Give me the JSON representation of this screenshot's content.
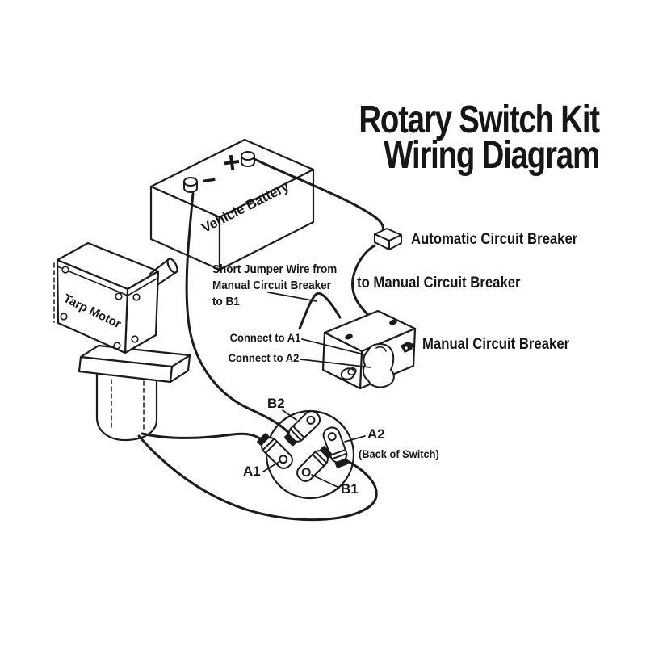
{
  "title": {
    "line1": "Rotary Switch Kit",
    "line2": "Wiring Diagram"
  },
  "components": {
    "battery": {
      "label": "Vehicle Battery",
      "plus": "+",
      "minus": "−"
    },
    "motor": {
      "label": "Tarp Motor"
    },
    "auto_breaker": {
      "label": "Automatic Circuit Breaker"
    },
    "manual_breaker": {
      "label": "Manual Circuit Breaker"
    },
    "switch": {
      "label": "(Back of Switch)",
      "terminals": {
        "b2": "B2",
        "a2": "A2",
        "a1": "A1",
        "b1": "B1"
      }
    }
  },
  "annotations": {
    "to_manual": "to Manual Circuit Breaker",
    "jumper_line1": "Short Jumper Wire from",
    "jumper_line2": "Manual Circuit Breaker",
    "jumper_line3": "to B1",
    "connect_a1": "Connect to A1",
    "connect_a2": "Connect to A2"
  },
  "colors": {
    "ink": "#1b1b1b",
    "background": "#ffffff"
  }
}
